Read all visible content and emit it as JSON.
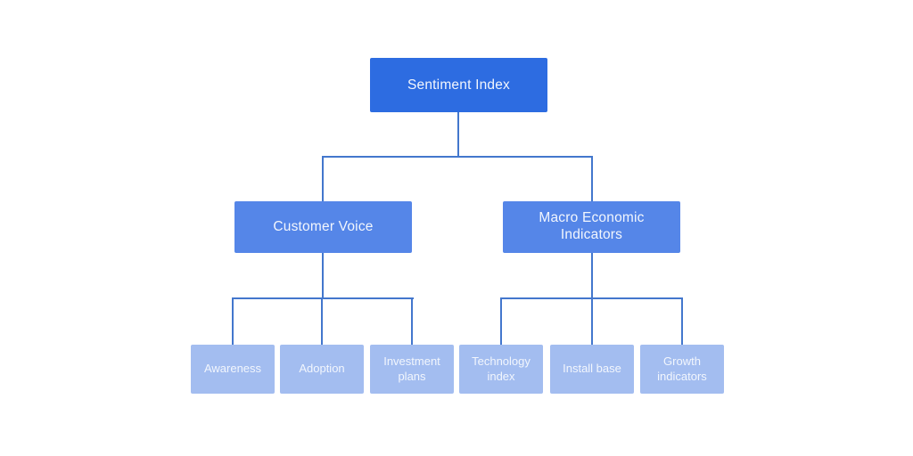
{
  "diagram": {
    "root": {
      "label": "Sentiment Index"
    },
    "branches": [
      {
        "label": "Customer Voice",
        "children": [
          {
            "label": "Awareness"
          },
          {
            "label": "Adoption"
          },
          {
            "label": "Investment plans"
          }
        ]
      },
      {
        "label": "Macro Economic Indicators",
        "children": [
          {
            "label": "Technology index"
          },
          {
            "label": "Install base"
          },
          {
            "label": "Growth indicators"
          }
        ]
      }
    ],
    "colors": {
      "root_fill": "#2d6ce1",
      "branch_fill": "#5586e8",
      "leaf_fill": "#a3bdf0",
      "connector": "#4377cd",
      "text": "#f2f6fd",
      "background": "#ffffff"
    }
  }
}
